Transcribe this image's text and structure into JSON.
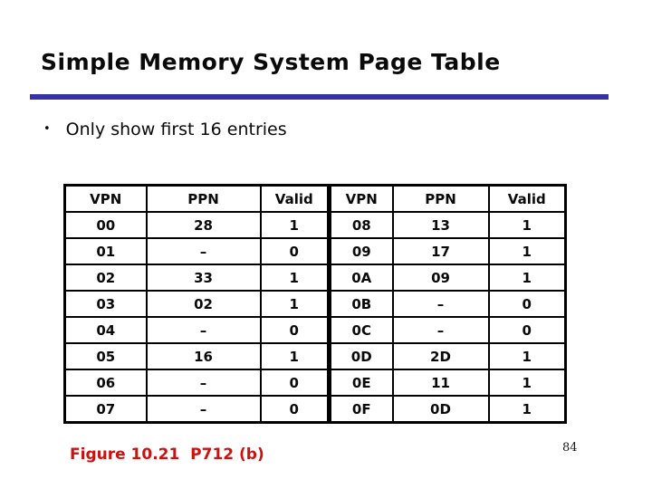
{
  "slide": {
    "title": "Simple Memory System Page Table",
    "bullet_glyph": "•",
    "bullet": "Only show first 16 entries",
    "caption": "Figure 10.21  P712 (b)",
    "page_number": "84",
    "accent_rule_color": "#3534a2",
    "caption_color": "#cc1111"
  },
  "table": {
    "headers": [
      "VPN",
      "PPN",
      "Valid",
      "VPN",
      "PPN",
      "Valid"
    ],
    "rows": [
      [
        "00",
        "28",
        "1",
        "08",
        "13",
        "1"
      ],
      [
        "01",
        "–",
        "0",
        "09",
        "17",
        "1"
      ],
      [
        "02",
        "33",
        "1",
        "0A",
        "09",
        "1"
      ],
      [
        "03",
        "02",
        "1",
        "0B",
        "–",
        "0"
      ],
      [
        "04",
        "–",
        "0",
        "0C",
        "–",
        "0"
      ],
      [
        "05",
        "16",
        "1",
        "0D",
        "2D",
        "1"
      ],
      [
        "06",
        "–",
        "0",
        "0E",
        "11",
        "1"
      ],
      [
        "07",
        "–",
        "0",
        "0F",
        "0D",
        "1"
      ]
    ]
  }
}
